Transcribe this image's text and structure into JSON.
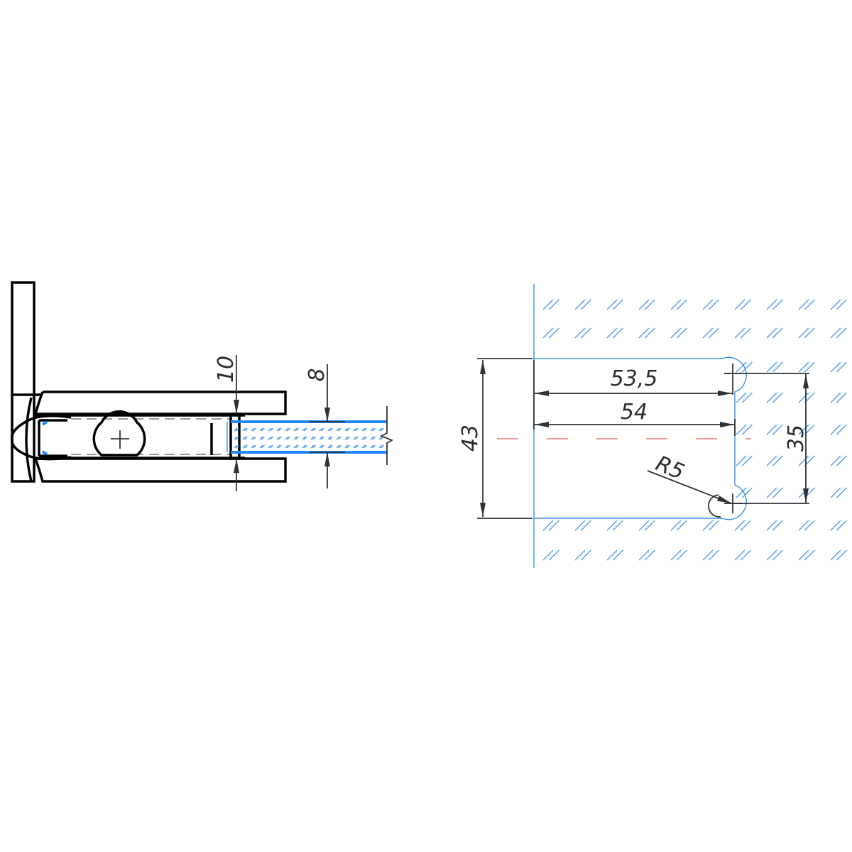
{
  "left_view": {
    "dimensions": {
      "clamp_gap": "10",
      "glass_thickness": "8"
    }
  },
  "right_view": {
    "dimensions": {
      "height": "43",
      "depth_inner": "53,5",
      "depth_outer": "54",
      "hole_spacing": "35",
      "radius": "R5"
    }
  },
  "colors": {
    "outline": "#000000",
    "glass": "#1e88ff",
    "hatch": "#4a9cf0",
    "centerline": "#e06060",
    "dimension": "#2f3337"
  }
}
